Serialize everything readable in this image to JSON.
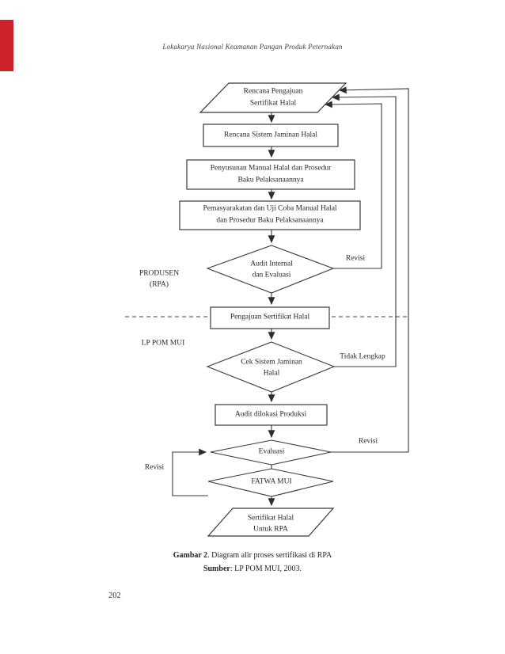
{
  "header": {
    "running_title": "Lokakarya Nasional Keamanan Pangan Produk Peternakan"
  },
  "footer": {
    "page_number": "202"
  },
  "caption": {
    "figure_bold": "Gambar 2",
    "figure_text": ". Diagram alir proses sertifikasi di RPA",
    "source_bold": "Sumber",
    "source_text": ":  LP POM MUI, 2003."
  },
  "colors": {
    "accent_red": "#cf232b",
    "ink": "#262626",
    "line": "#383838"
  },
  "flowchart": {
    "type": "flowchart",
    "nodes": {
      "rencana_pengajuan": {
        "shape": "parallelogram",
        "line1": "Rencana Pengajuan",
        "line2": "Sertifikat Halal"
      },
      "rencana_sistem": {
        "shape": "rect",
        "line1": "Rencana Sistem Jaminan Halal"
      },
      "penyusunan_manual": {
        "shape": "rect",
        "line1": "Penyusunan Manual Halal dan Prosedur",
        "line2": "Baku Pelaksanaannya"
      },
      "pemasyarakatan": {
        "shape": "rect",
        "line1": "Pemasyarakatan dan Uji Coba Manual Halal",
        "line2": "dan Prosedur Baku Pelaksanaannya"
      },
      "audit_internal": {
        "shape": "diamond",
        "line1": "Audit Internal",
        "line2": "dan Evaluasi"
      },
      "pengajuan_sertifikat": {
        "shape": "rect",
        "line1": "Pengajuan Sertifikat Halal"
      },
      "cek_sistem": {
        "shape": "diamond",
        "line1": "Cek Sistem Jaminan",
        "line2": "Halal"
      },
      "audit_lokasi": {
        "shape": "rect",
        "line1": "Audit dilokasi Produksi"
      },
      "evaluasi": {
        "shape": "diamond",
        "line1": "Evaluasi"
      },
      "fatwa_mui": {
        "shape": "diamond",
        "line1": "FATWA MUI"
      },
      "sertifikat_halal": {
        "shape": "parallelogram",
        "line1": "Sertifikat Halal",
        "line2": "Untuk RPA"
      }
    },
    "zone_labels": {
      "produsen_line1": "PRODUSEN",
      "produsen_line2": "(RPA)",
      "lp_pom_mui": "LP POM MUI"
    },
    "edge_labels": {
      "revisi_audit": "Revisi",
      "tidak_lengkap": "Tidak Lengkap",
      "revisi_evaluasi": "Revisi",
      "revisi_fatwa": "Revisi"
    },
    "edges": [
      "rencana_pengajuan -> rencana_sistem",
      "rencana_sistem -> penyusunan_manual",
      "penyusunan_manual -> pemasyarakatan",
      "pemasyarakatan -> audit_internal",
      "audit_internal -> pengajuan_sertifikat",
      "audit_internal -> rencana_pengajuan [Revisi]",
      "pengajuan_sertifikat -> cek_sistem",
      "cek_sistem -> audit_lokasi",
      "cek_sistem -> rencana_pengajuan [Tidak Lengkap]",
      "audit_lokasi -> evaluasi",
      "evaluasi -> fatwa_mui",
      "evaluasi -> rencana_pengajuan [Revisi]",
      "fatwa_mui -> evaluasi [Revisi]",
      "fatwa_mui -> sertifikat_halal"
    ]
  }
}
